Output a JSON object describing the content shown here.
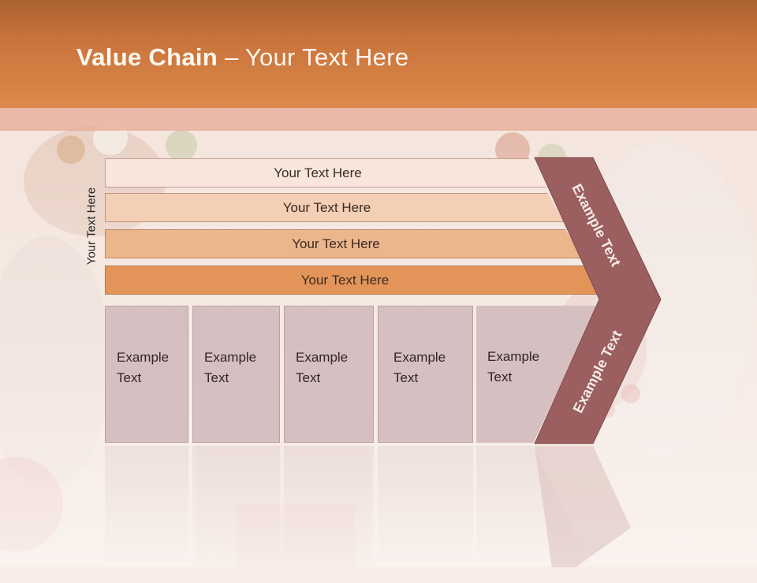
{
  "title": {
    "bold": "Value Chain",
    "rest": " – Your Text Here"
  },
  "side_label": "Your Text Here",
  "bars": [
    {
      "label": "Your Text Here",
      "color": "#f8e6dc"
    },
    {
      "label": "Your Text Here",
      "color": "#f3cfb5"
    },
    {
      "label": "Your Text Here",
      "color": "#ecb68c"
    },
    {
      "label": "Your Text Here",
      "color": "#e39559"
    }
  ],
  "boxes": [
    {
      "line1": "Example",
      "line2": "Text"
    },
    {
      "line1": "Example",
      "line2": "Text"
    },
    {
      "line1": "Example",
      "line2": "Text"
    },
    {
      "line1": "Example",
      "line2": "Text"
    },
    {
      "line1": "Example",
      "line2": "Text"
    }
  ],
  "chevron": {
    "top_label": "Example Text",
    "bottom_label": "Example Text",
    "color": "#9b5f60"
  }
}
